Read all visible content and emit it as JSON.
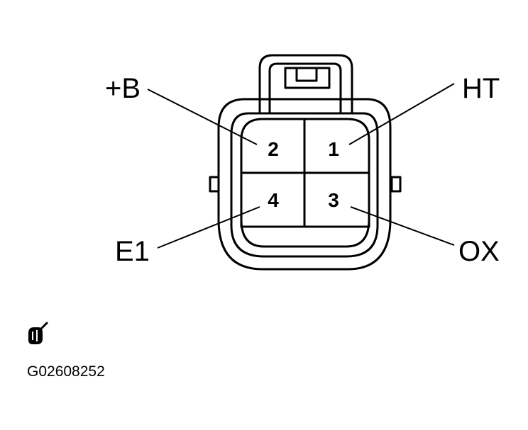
{
  "connector": {
    "pins": [
      {
        "number": "2",
        "terminal": "+B"
      },
      {
        "number": "1",
        "terminal": "HT"
      },
      {
        "number": "4",
        "terminal": "E1"
      },
      {
        "number": "3",
        "terminal": "OX"
      }
    ]
  },
  "figure_code": "G02608252",
  "colors": {
    "line": "#000000",
    "background": "#ffffff"
  }
}
